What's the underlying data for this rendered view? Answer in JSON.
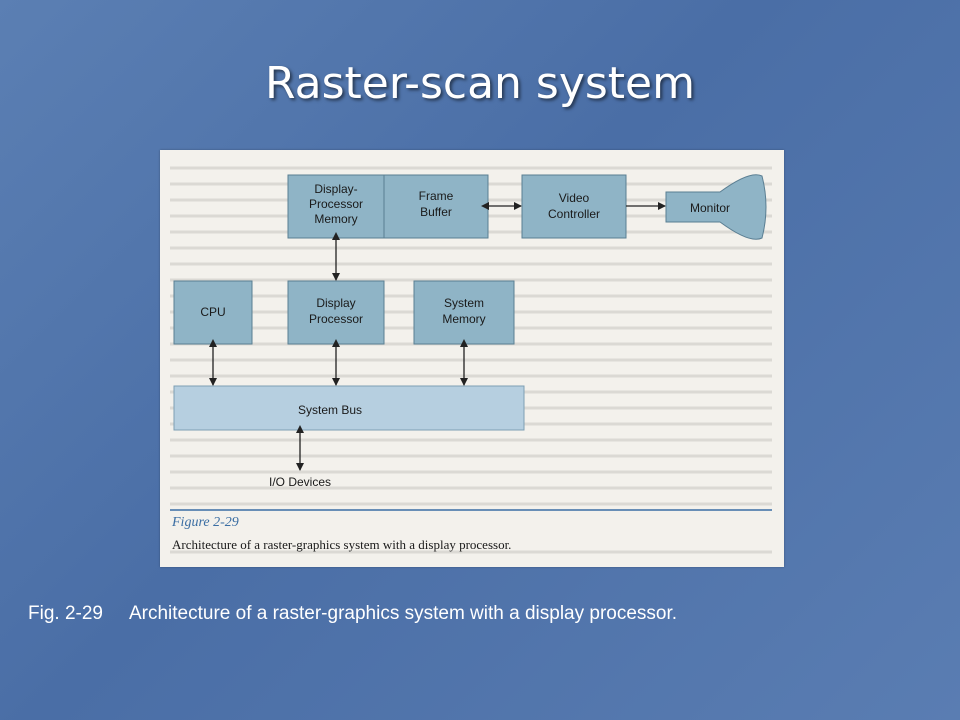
{
  "slide": {
    "title": "Raster-scan system",
    "caption_number": "Fig. 2-29",
    "caption_text": "Architecture of a raster-graphics system with a display processor."
  },
  "figure": {
    "label": "Figure 2-29",
    "caption": "Architecture of a raster-graphics system with a display processor.",
    "boxes": {
      "dp_memory": [
        "Display-",
        "Processor",
        "Memory"
      ],
      "frame_buffer": [
        "Frame",
        "Buffer"
      ],
      "video_controller": [
        "Video",
        "Controller"
      ],
      "monitor": "Monitor",
      "cpu": "CPU",
      "display_processor": [
        "Display",
        "Processor"
      ],
      "system_memory": [
        "System",
        "Memory"
      ],
      "system_bus": "System Bus",
      "io_devices": "I/O Devices"
    }
  },
  "colors": {
    "box_fill": "#8fb4c6",
    "bus_fill": "#b6cfe0",
    "accent": "#3b6ea3"
  }
}
